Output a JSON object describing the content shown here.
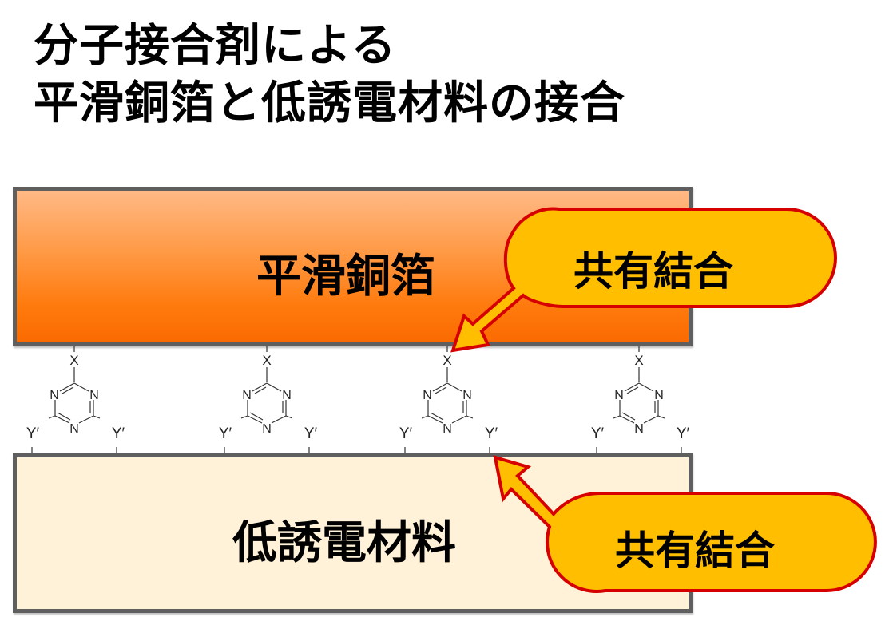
{
  "title": {
    "line1": "分子接合剤による",
    "line2": "平滑銅箔と低誘電材料の接合"
  },
  "layers": {
    "top": {
      "label": "平滑銅箔",
      "color_top": "#ffb985",
      "color_bottom": "#fa6a00"
    },
    "bottom": {
      "label": "低誘電材料",
      "color": "#fff2d8"
    }
  },
  "molecules": {
    "count": 4,
    "top_group": "X",
    "ring_atom": "N",
    "side_group": "Y′"
  },
  "callouts": [
    {
      "label": "共有結合",
      "target": "平滑銅箔"
    },
    {
      "label": "共有結合",
      "target": "低誘電材料"
    }
  ],
  "colors": {
    "callout_fill": "#ffbe00",
    "callout_stroke": "#d60000",
    "box_border": "#5f5f5f"
  }
}
